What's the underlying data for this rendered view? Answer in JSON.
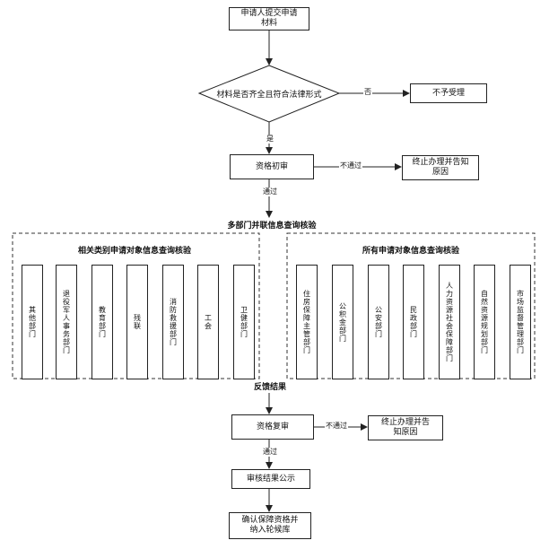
{
  "flow": {
    "start": "申请人提交申请材料",
    "check_materials": "材料是否齐全且符合法律形式",
    "no_label": "否",
    "reject": "不予受理",
    "yes_label": "是",
    "preliminary_review": "资格初审",
    "fail_label_1": "不通过",
    "terminate_1": "终止办理并告知原因",
    "pass_label_1": "通过",
    "multi_dept_title": "多部门并联信息查询核验",
    "left_group_title": "相关类别申请对象信息查询核验",
    "right_group_title": "所有申请对象信息查询核验",
    "left_depts": [
      "其他部门",
      "退役军人事务部门",
      "教育部门",
      "残联",
      "消防救援部门",
      "工会",
      "卫健部门"
    ],
    "right_depts": [
      "住房保障主管部门",
      "公积金部门",
      "公安部门",
      "民政部门",
      "人力资源社会保障部门",
      "自然资源规划部门",
      "市场监督管理部门"
    ],
    "feedback": "反馈结果",
    "re_review": "资格复审",
    "fail_label_2": "不通过",
    "terminate_2": "终止办理并告知原因",
    "pass_label_2": "通过",
    "publicity": "审核结果公示",
    "final": "确认保障资格并纳入轮候库"
  }
}
